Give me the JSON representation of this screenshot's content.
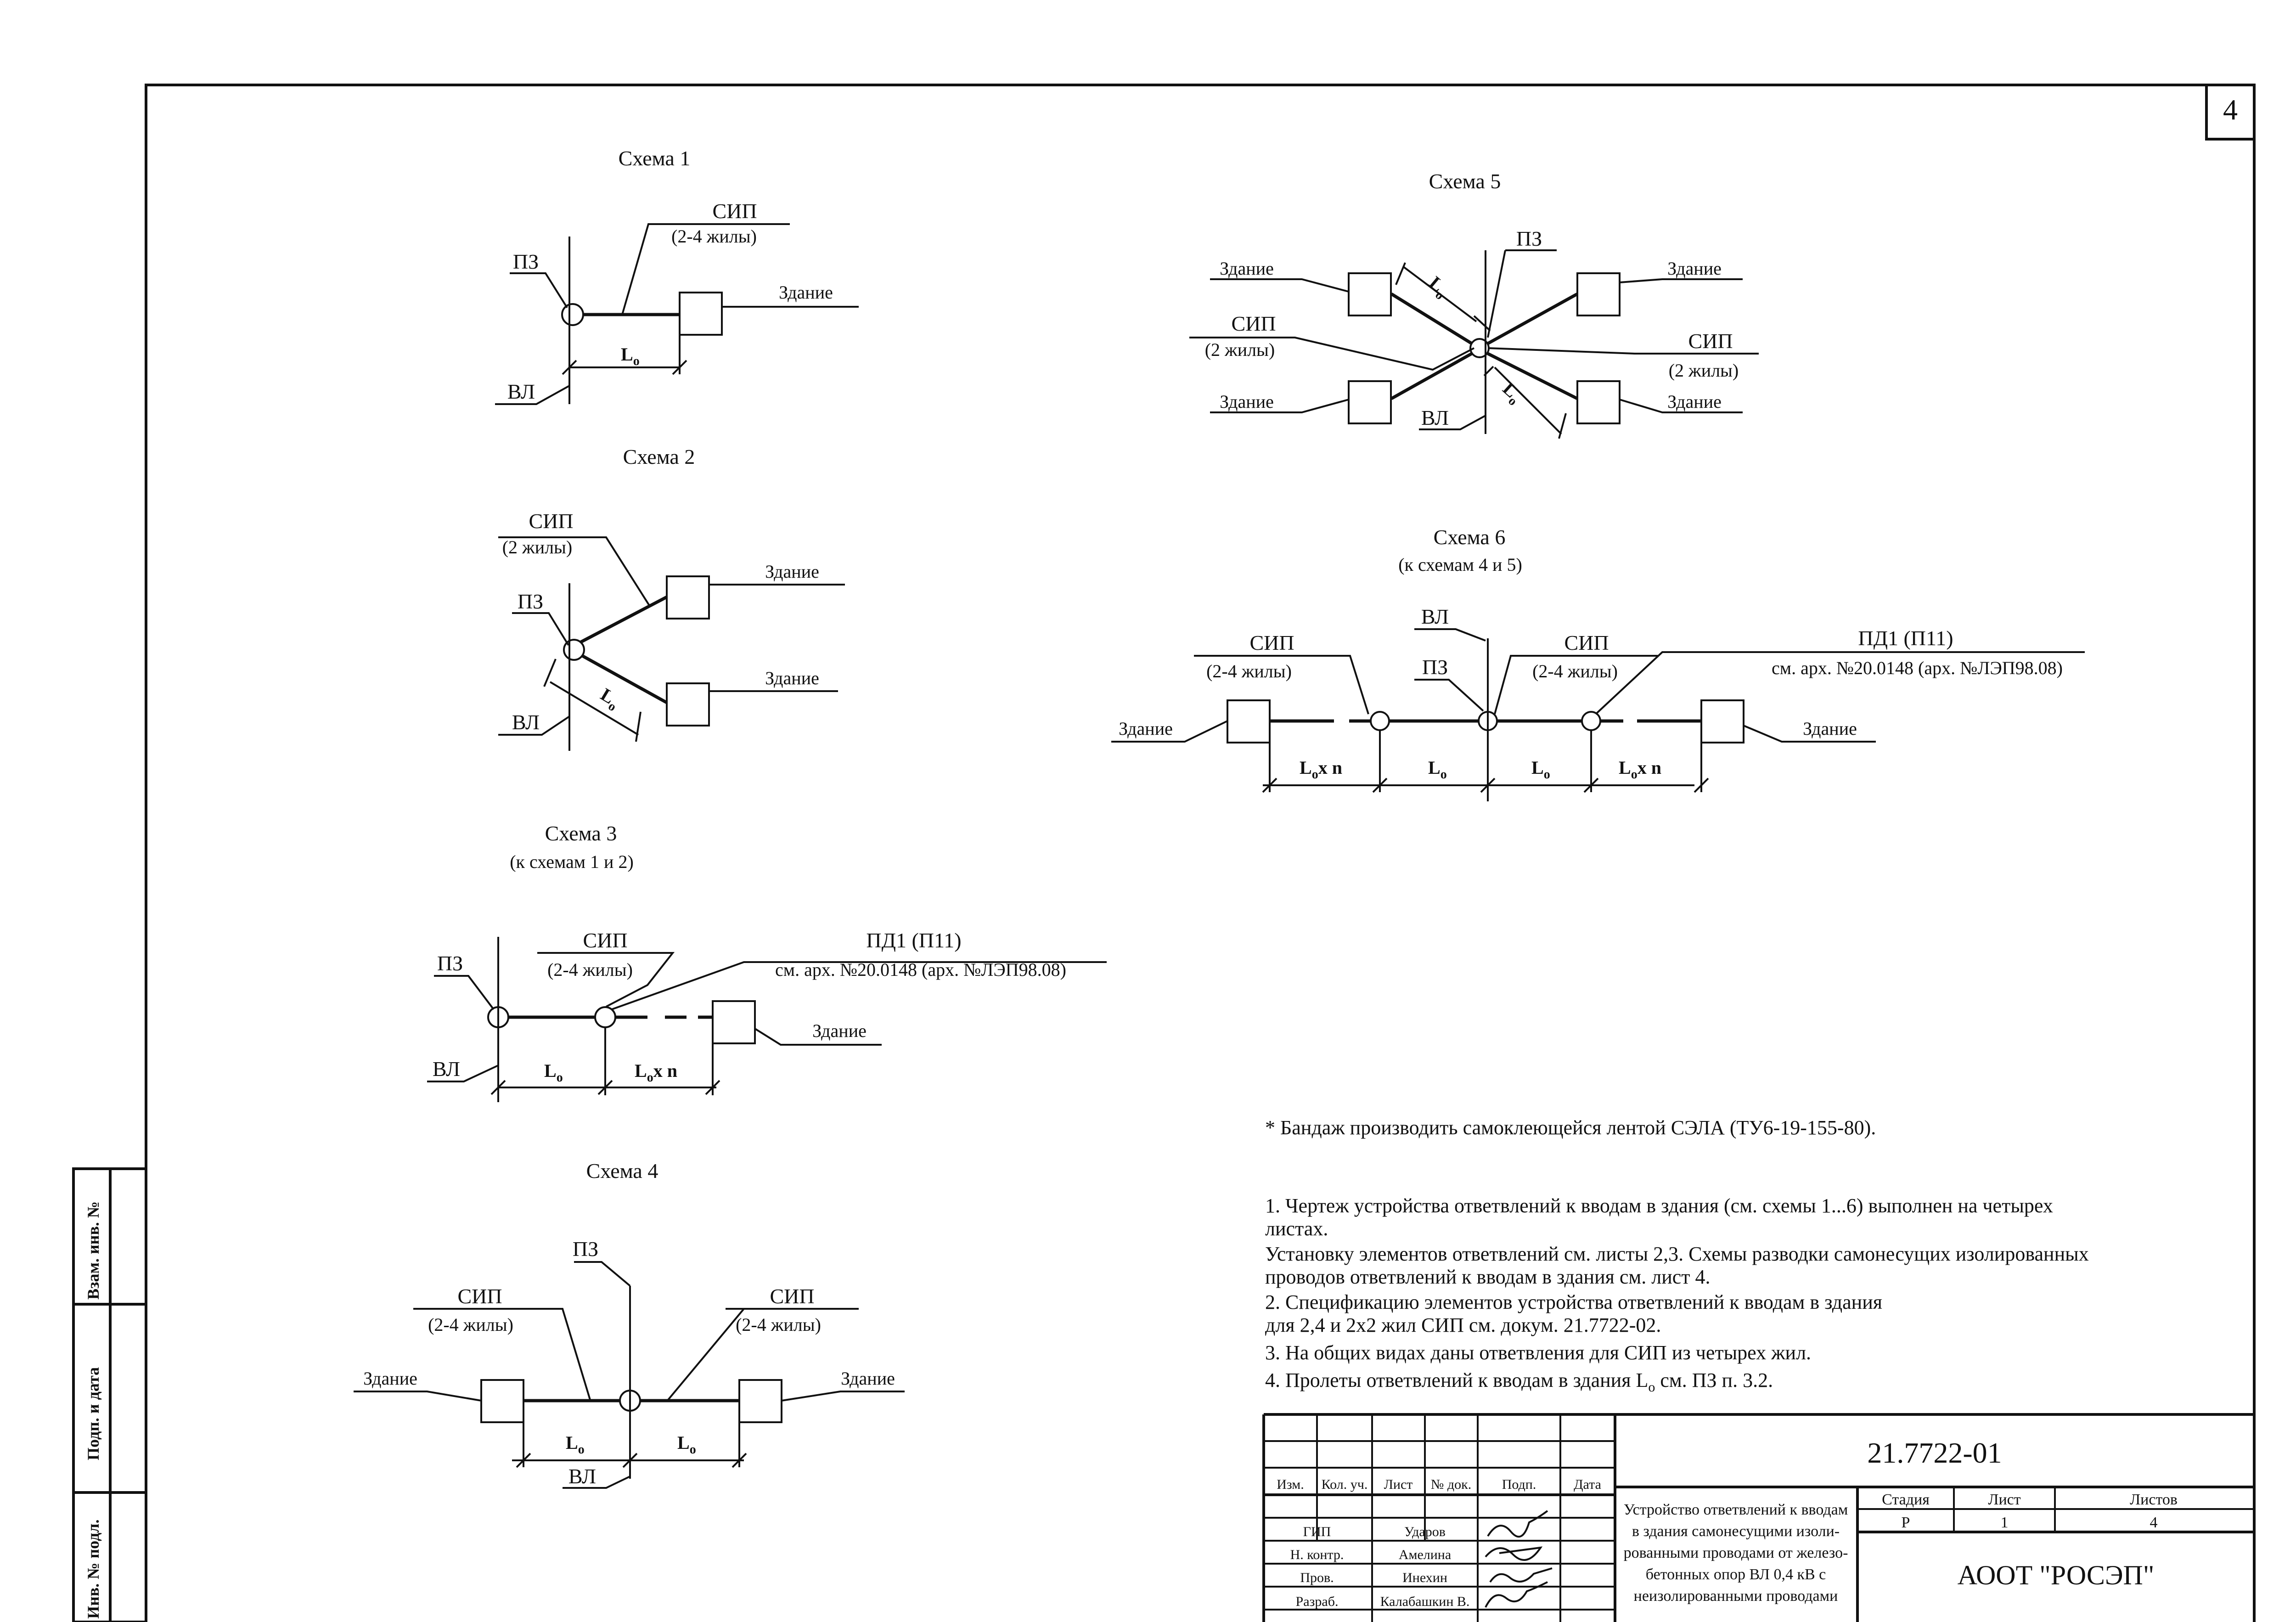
{
  "sheet": {
    "sheet_number": "4",
    "footnote": "* Бандаж производить самоклеющейся лентой СЭЛА (ТУ6-19-155-80).",
    "notes": [
      "1. Чертеж устройства ответвлений к вводам в здания (см. схемы 1...6) выполнен на четырех",
      "листах.",
      "Установку элементов ответвлений см. листы 2,3. Схемы разводки самонесущих изолированных",
      "проводов ответвлений к вводам в здания см. лист 4.",
      "2. Спецификацию элементов устройства ответвлений к вводам в здания",
      "для 2,4 и 2х2 жил СИП см. докум. 21.7722-02.",
      "3. На общих видах даны ответвления для СИП из четырех жил."
    ],
    "note4_prefix": "4. Пролеты ответвлений к вводам в здания L",
    "note4_sub": "o",
    "note4_suffix": " см. ПЗ п. 3.2."
  },
  "labels": {
    "sip": "СИП",
    "wires_2_4": "(2-4 жилы)",
    "wires_2": "(2 жилы)",
    "pz": "ПЗ",
    "vl": "ВЛ",
    "building": "Здание",
    "l0_main": "L",
    "l0_sub": "o",
    "l0xn_main": "L",
    "l0xn_sub": "o",
    "l0xn_tail": "x n",
    "pd1": "ПД1 (П11)",
    "archive": "см. арх. №20.0148 (арх. №ЛЭП98.08)"
  },
  "schemes": {
    "s1": {
      "title": "Схема 1"
    },
    "s2": {
      "title": "Схема 2"
    },
    "s3": {
      "title": "Схема 3",
      "subtitle": "(к схемам 1 и 2)"
    },
    "s4": {
      "title": "Схема 4"
    },
    "s5": {
      "title": "Схема 5"
    },
    "s6": {
      "title": "Схема 6",
      "subtitle": "(к схемам 4 и 5)"
    }
  },
  "side_stamp": {
    "vzam": "Взам. инв. №",
    "podp": "Подп. и дата",
    "inv": "Инв. № подл."
  },
  "title_block": {
    "doc_number": "21.7722-01",
    "headers": [
      "Изм.",
      "Кол. уч.",
      "Лист",
      "№ док.",
      "Подп.",
      "Дата"
    ],
    "people": [
      {
        "role": "ГИП",
        "name": "Ударов"
      },
      {
        "role": "Н. контр.",
        "name": "Амелина"
      },
      {
        "role": "Пров.",
        "name": "Инехин"
      },
      {
        "role": "Разраб.",
        "name": "Калабашкин В."
      }
    ],
    "description": [
      "Устройство ответвлений к вводам",
      "в здания самонесущими изоли-",
      "рованными проводами от железо-",
      "бетонных опор ВЛ 0,4 кВ с",
      "неизолированными проводами"
    ],
    "stage_label": "Стадия",
    "sheet_label": "Лист",
    "sheets_label": "Листов",
    "stage": "Р",
    "sheet": "1",
    "sheets": "4",
    "organization": "АООТ \"РОСЭП\""
  }
}
